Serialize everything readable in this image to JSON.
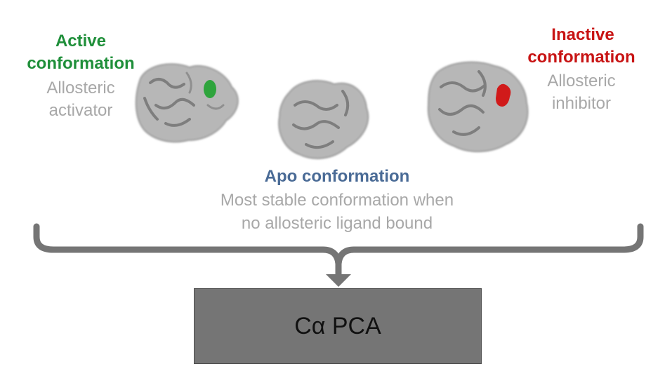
{
  "colors": {
    "active": "#1f8f3a",
    "inactive": "#c81414",
    "apo": "#4a6b96",
    "subtext": "#a8a8a8",
    "protein": "#a9a9a9",
    "bracket": "#757575",
    "box": "#757575"
  },
  "active": {
    "title_line1": "Active",
    "title_line2": "conformation",
    "desc_line1": "Allosteric",
    "desc_line2": "activator"
  },
  "inactive": {
    "title_line1": "Inactive",
    "title_line2": "conformation",
    "desc_line1": "Allosteric",
    "desc_line2": "inhibitor"
  },
  "apo": {
    "title": "Apo conformation",
    "desc_line1": "Most stable conformation when",
    "desc_line2": "no allosteric ligand bound"
  },
  "box": {
    "label": "Cα PCA"
  }
}
